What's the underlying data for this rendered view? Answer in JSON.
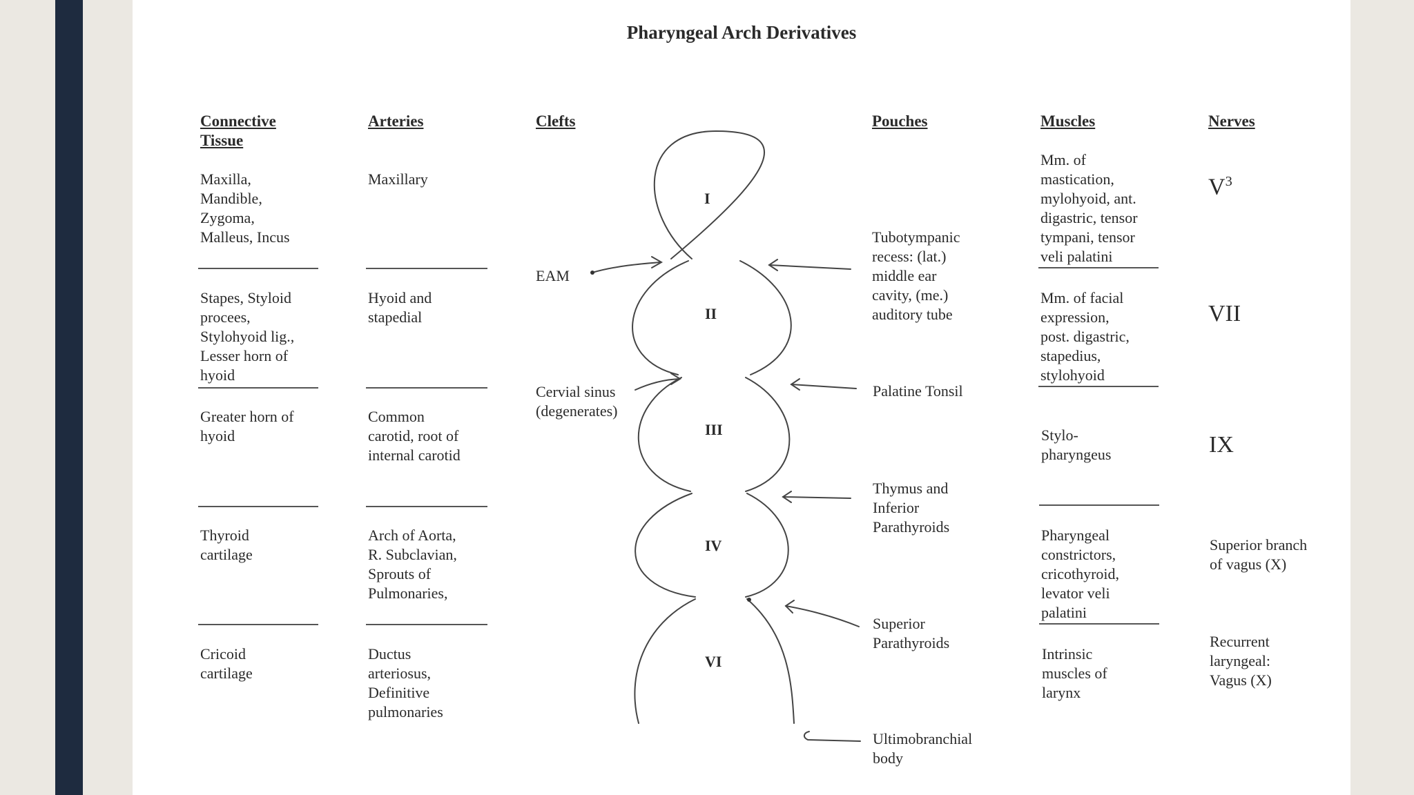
{
  "title": "Pharyngeal Arch Derivatives",
  "headers": {
    "connective": "Connective\nTissue",
    "arteries": "Arteries",
    "clefts": "Clefts",
    "pouches": "Pouches",
    "muscles": "Muscles",
    "nerves": "Nerves"
  },
  "connective": [
    "Maxilla,\nMandible,\nZygoma,\nMalleus, Incus",
    "Stapes, Styloid\nprocees,\nStylohyoid lig.,\nLesser horn of\nhyoid",
    "Greater horn of\nhyoid",
    "Thyroid\ncartilage",
    "Cricoid\ncartilage"
  ],
  "arteries": [
    "Maxillary",
    "Hyoid and\nstapedial",
    "Common\ncarotid, root of\ninternal carotid",
    "Arch of Aorta,\nR. Subclavian,\nSprouts of\nPulmonaries,",
    "Ductus\narteriosus,\nDefinitive\npulmonaries"
  ],
  "clefts": [
    "EAM",
    "Cervial sinus\n(degenerates)"
  ],
  "arches": [
    "I",
    "II",
    "III",
    "IV",
    "VI"
  ],
  "pouches": [
    "Tubotympanic\nrecess: (lat.)\nmiddle ear\ncavity, (me.)\nauditory tube",
    "Palatine Tonsil",
    "Thymus and\nInferior\nParathyroids",
    "Superior\nParathyroids",
    "Ultimobranchial\nbody"
  ],
  "muscles": [
    "Mm. of\nmastication,\nmylohyoid, ant.\ndigastric, tensor\ntympani, tensor\nveli palatini",
    "Mm. of facial\nexpression,\npost. digastric,\nstapedius,\nstylohyoid",
    "Stylo-\npharyngeus",
    "Pharyngeal\nconstrictors,\ncricothyroid,\nlevator veli\npalatini",
    "Intrinsic\nmuscles of\nlarynx"
  ],
  "nerves": {
    "n1_base": "V",
    "n1_sup": "3",
    "n2": "VII",
    "n3": "IX",
    "n4": "Superior branch\nof vagus (X)",
    "n5": "Recurrent\nlaryngeal:\nVagus (X)"
  }
}
